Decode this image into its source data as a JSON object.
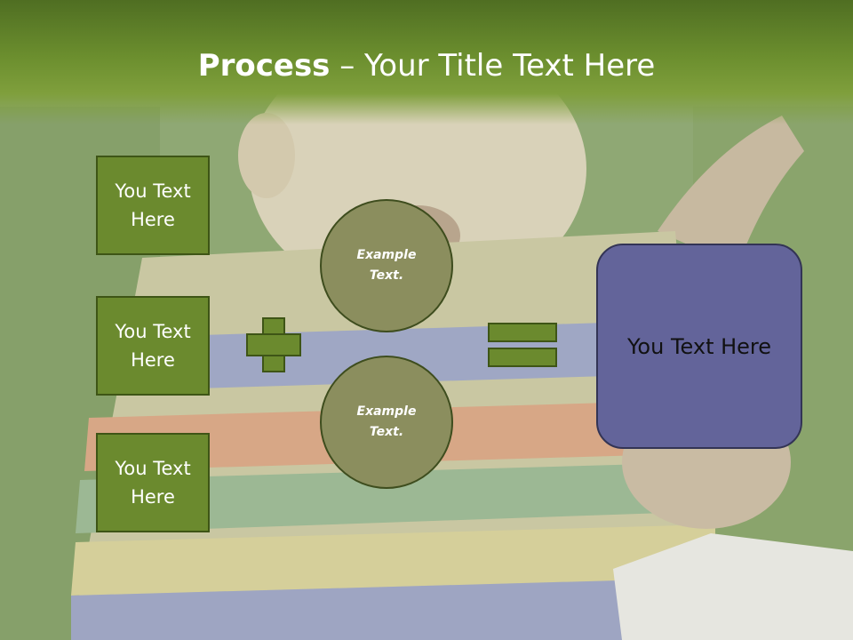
{
  "slide": {
    "title_bold": "Process",
    "title_rest": " – Your Title Text Here"
  },
  "left_boxes": [
    {
      "label": "You Text Here"
    },
    {
      "label": "You Text Here"
    },
    {
      "label": "You Text Here"
    }
  ],
  "circles": [
    {
      "label": "Example Text."
    },
    {
      "label": "Example Text."
    }
  ],
  "result": {
    "label": "You Text Here"
  },
  "colors": {
    "title_band": "#6b8e2e",
    "box_fill": "#6b8a2e",
    "circle_fill": "#8b8e5e",
    "result_fill": "#63649a"
  }
}
